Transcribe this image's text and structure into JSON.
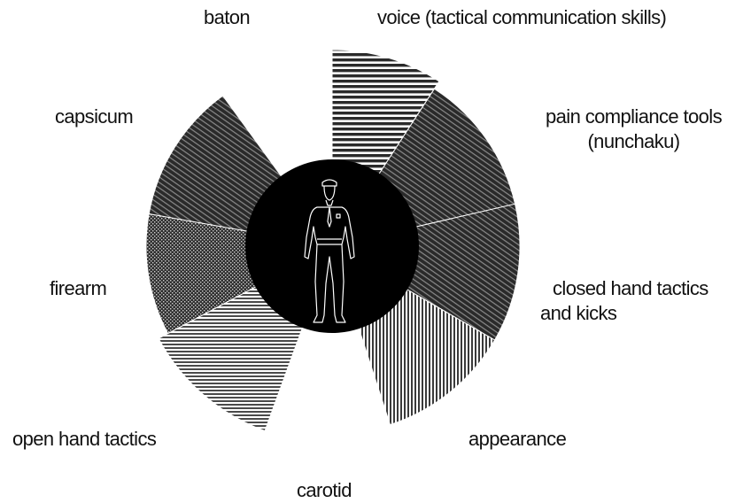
{
  "diagram": {
    "options": [
      {
        "key": "voice",
        "label": "voice  (tactical communication skills)",
        "lines": [
          "voice  (tactical communication skills)"
        ],
        "pattern": "horizontal-lines"
      },
      {
        "key": "pain_compliance",
        "label": "pain compliance tools (nunchaku)",
        "lines": [
          "pain compliance tools",
          "(nunchaku)"
        ],
        "pattern": "diagonal-lines"
      },
      {
        "key": "closed_hand",
        "label": "closed hand tactics and kicks",
        "lines": [
          "closed hand tactics",
          "and kicks"
        ],
        "pattern": "diagonal-lines"
      },
      {
        "key": "appearance",
        "label": "appearance",
        "lines": [
          "appearance"
        ],
        "pattern": "vertical-lines"
      },
      {
        "key": "carotid",
        "label": "carotid",
        "lines": [
          "carotid"
        ],
        "pattern": "none"
      },
      {
        "key": "open_hand",
        "label": "open hand tactics",
        "lines": [
          "open hand tactics"
        ],
        "pattern": "horizontal-lines"
      },
      {
        "key": "firearm",
        "label": "firearm",
        "lines": [
          "firearm"
        ],
        "pattern": "crosshatch"
      },
      {
        "key": "capsicum",
        "label": "capsicum",
        "lines": [
          "capsicum"
        ],
        "pattern": "diagonal-lines"
      },
      {
        "key": "baton",
        "label": "baton",
        "lines": [
          "baton"
        ],
        "pattern": "none"
      }
    ],
    "center": {
      "icon": "police-officer-icon"
    },
    "colors": {
      "dark": "#2a2a2a",
      "light": "#ffffff",
      "center": "#000000",
      "text": "#111111"
    }
  }
}
